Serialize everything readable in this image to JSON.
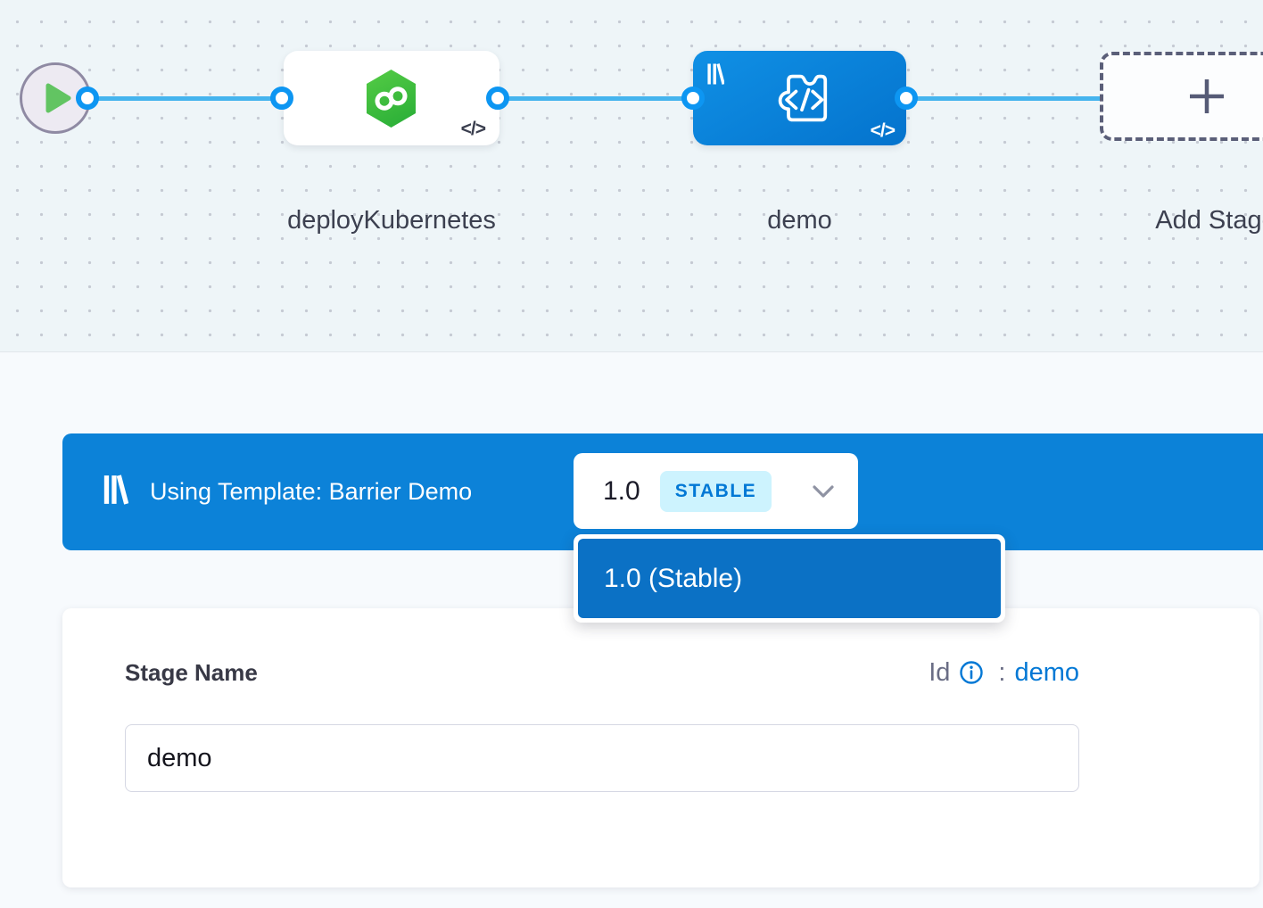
{
  "pipeline": {
    "stage1": {
      "label": "deployKubernetes"
    },
    "stage2": {
      "label": "demo"
    },
    "add_stage": {
      "label": "Add Stage"
    },
    "code_badge": "</>"
  },
  "template_banner": {
    "label": "Using Template: Barrier Demo",
    "version": "1.0",
    "badge": "STABLE"
  },
  "version_menu": {
    "selected_option": "1.0 (Stable)"
  },
  "stage_form": {
    "name_label": "Stage Name",
    "id_label": "Id",
    "separator": ":",
    "id_value": "demo",
    "name_value": "demo"
  },
  "colors": {
    "banner_blue": "#0c82d8",
    "menu_item_blue": "#0b71c5",
    "accent_blue": "#0278d5",
    "connector_blue": "#45b4ee",
    "badge_bg": "#cdf3fe",
    "deploy_green": "#3fc33c"
  }
}
